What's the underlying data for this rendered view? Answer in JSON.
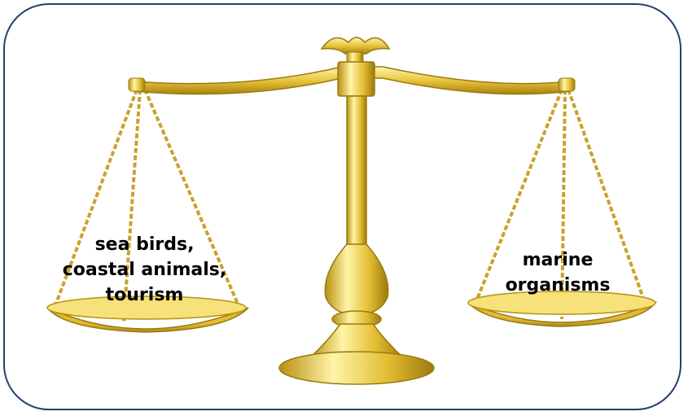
{
  "left_pan": {
    "lines": [
      "sea birds,",
      "coastal animals,",
      "tourism"
    ]
  },
  "right_pan": {
    "lines": [
      "marine",
      "organisms"
    ]
  },
  "colors": {
    "border": "#24406e",
    "gold_light": "#fff2a0",
    "gold_mid": "#e6c23a",
    "gold_dark": "#9a7a10"
  }
}
